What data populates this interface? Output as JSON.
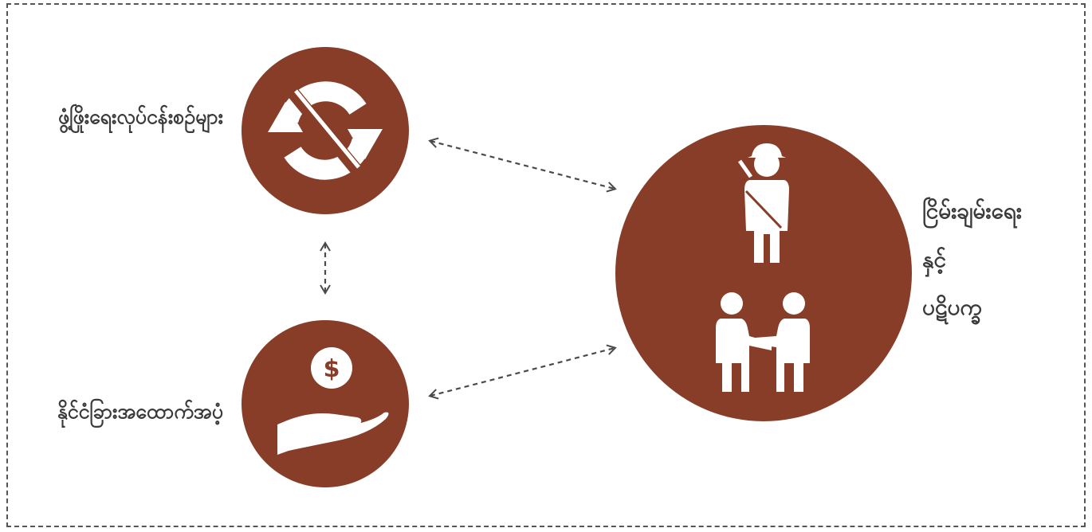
{
  "colors": {
    "node_fill": "#873D27",
    "icon_fill": "#ffffff",
    "connector": "#4a4a4a",
    "frame_border": "#555555",
    "label_text": "#3a3a3a"
  },
  "nodes": [
    {
      "id": "development",
      "label": "ဖွံ့ဖြိုးရေးလုပ်ငန်းစဉ်များ",
      "icon": "blocked-refresh-icon"
    },
    {
      "id": "foreign-aid",
      "label": "နိုင်ငံခြားအထောက်အပံ့",
      "icon": "hand-dollar-icon"
    },
    {
      "id": "peace",
      "label_lines": [
        "ငြိမ်းချမ်းရေး",
        "နှင့်",
        "ပဋိပက္ခ"
      ],
      "icons": [
        "soldier-icon",
        "handshake-icon"
      ]
    }
  ],
  "icons": {
    "dollar_symbol": "$"
  },
  "connections": [
    {
      "from": "development",
      "to": "peace",
      "style": "dashed-double-arrow"
    },
    {
      "from": "development",
      "to": "foreign-aid",
      "style": "dashed-double-arrow"
    },
    {
      "from": "foreign-aid",
      "to": "peace",
      "style": "dashed-double-arrow"
    }
  ]
}
